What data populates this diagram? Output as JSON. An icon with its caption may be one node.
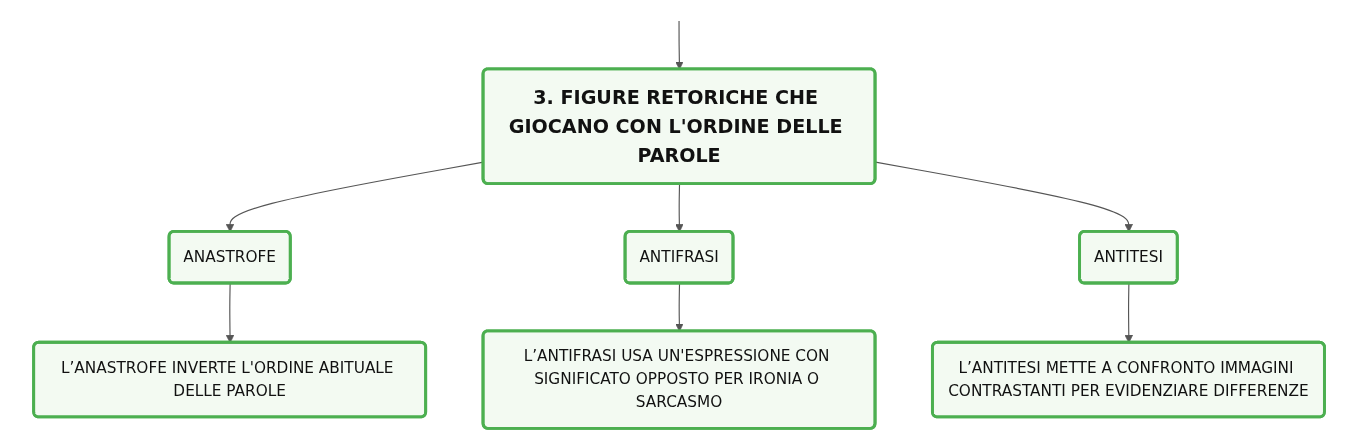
{
  "diagram": {
    "nodes": [
      {
        "text": [
          "3. FIGURE RETORICHE CHE GIOCANO CON L'ORDINE DELLE PAROLE"
        ]
      },
      {
        "text": [
          "ANASTROFE"
        ]
      },
      {
        "text": [
          "ANTIFRASI"
        ]
      },
      {
        "text": [
          "ANTITESI"
        ]
      },
      {
        "text": [
          "L’ANASTROFE INVERTE L'ORDINE ABITUALE DELLE PAROLE"
        ]
      },
      {
        "text": [
          "L’ANTIFRASI USA UN'ESPRESSIONE CON SIGNIFICATO OPPOSTO PER IRONIA O SARCASMO"
        ]
      },
      {
        "text": [
          "L’ANTITESI METTE A CONFRONTO IMMAGINI CONTRASTANTI PER EVIDENZIARE DIFFERENZE"
        ]
      }
    ],
    "edges": [
      {
        "from": null,
        "to": 0,
        "arrow": "to"
      },
      {
        "from": 0,
        "to": 1,
        "arrow": "to"
      },
      {
        "from": 0,
        "to": 2,
        "arrow": "to"
      },
      {
        "from": 0,
        "to": 3,
        "arrow": "to"
      },
      {
        "from": 1,
        "to": 4,
        "arrow": "to"
      },
      {
        "from": 2,
        "to": 5,
        "arrow": "to"
      },
      {
        "from": 3,
        "to": 6,
        "arrow": "to"
      }
    ]
  }
}
